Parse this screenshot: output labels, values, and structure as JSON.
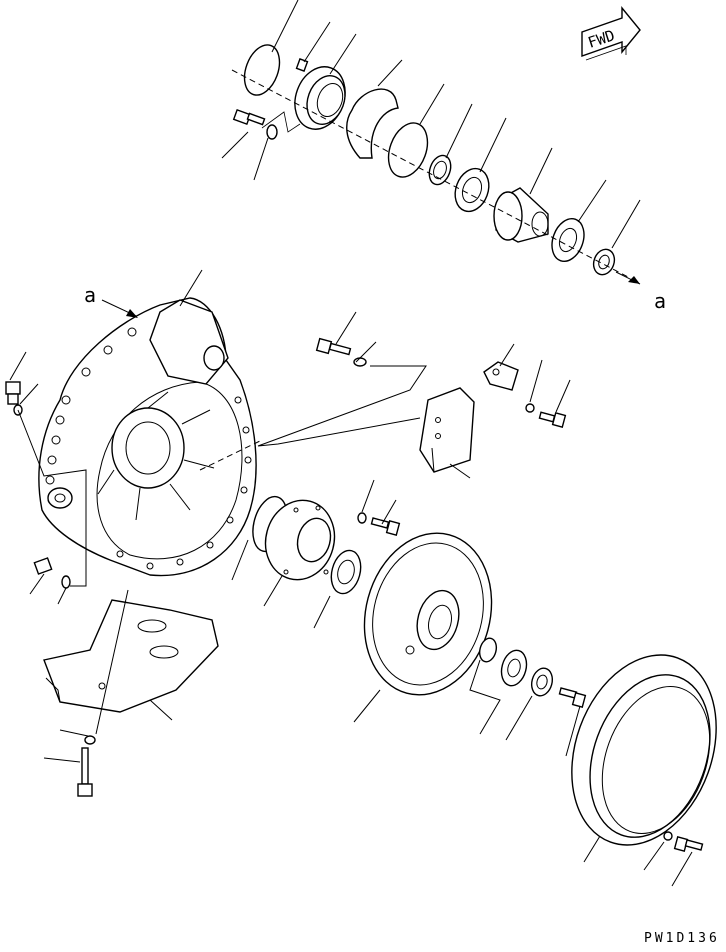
{
  "diagram": {
    "forward_badge": "FWD",
    "reference_mark_left": "a",
    "reference_mark_right": "a",
    "drawing_code": "PW1D136"
  }
}
